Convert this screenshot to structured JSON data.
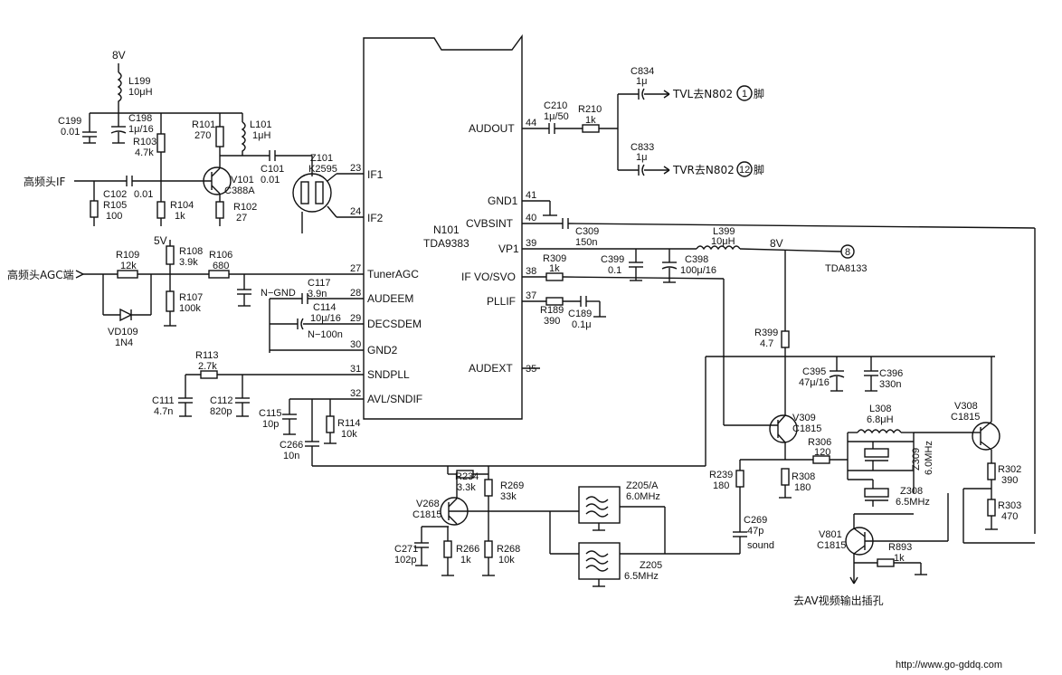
{
  "ic": {
    "ref": "N101",
    "part": "TDA9383",
    "left_pins": [
      {
        "num": "23",
        "name": "IF1"
      },
      {
        "num": "24",
        "name": "IF2"
      },
      {
        "num": "27",
        "name": "TunerAGC"
      },
      {
        "num": "28",
        "name": "AUDEEM"
      },
      {
        "num": "29",
        "name": "DECSDEM"
      },
      {
        "num": "30",
        "name": "GND2"
      },
      {
        "num": "31",
        "name": "SNDPLL"
      },
      {
        "num": "32",
        "name": "AVL/SNDIF"
      }
    ],
    "right_pins": [
      {
        "num": "44",
        "name": "AUDOUT"
      },
      {
        "num": "41",
        "name": "GND1"
      },
      {
        "num": "40",
        "name": "CVBSINT"
      },
      {
        "num": "39",
        "name": "VP1"
      },
      {
        "num": "38",
        "name": "IF VO/SVO"
      },
      {
        "num": "37",
        "name": "PLLIF"
      },
      {
        "num": "35",
        "name": "AUDEXT"
      }
    ]
  },
  "tuner_if": {
    "supply": "8V",
    "L199": {
      "ref": "L199",
      "value": "10μH"
    },
    "C199": {
      "ref": "C199",
      "value": "0.01"
    },
    "C198": {
      "ref": "C198",
      "value": "1μ/16"
    },
    "R103": {
      "ref": "R103",
      "value": "4.7k"
    },
    "R101": {
      "ref": "R101",
      "value": "270"
    },
    "L101": {
      "ref": "L101",
      "value": "1μH"
    },
    "C101": {
      "ref": "C101",
      "value": "0.01"
    },
    "Z101": {
      "ref": "Z101",
      "value": "K2595"
    },
    "V101": {
      "ref": "V101",
      "value": "C388A"
    },
    "C102": {
      "ref": "C102",
      "value": "0.01"
    },
    "R105": {
      "ref": "R105",
      "value": "100"
    },
    "R104": {
      "ref": "R104",
      "value": "1k"
    },
    "R102": {
      "ref": "R102",
      "value": "27"
    },
    "input_label": "高频头IF"
  },
  "agc": {
    "supply": "5V",
    "R108": {
      "ref": "R108",
      "value": "3.9k"
    },
    "R106": {
      "ref": "R106",
      "value": "680"
    },
    "R109": {
      "ref": "R109",
      "value": "12k"
    },
    "R107": {
      "ref": "R107",
      "value": "100k"
    },
    "VD109": {
      "ref": "VD109",
      "value": "1N4"
    },
    "output_label": "高频头AGC端",
    "C117": {
      "ref": "C117",
      "value": "3.9n"
    },
    "C114": {
      "ref": "C114",
      "value": "10μ/16"
    },
    "n_gnd": "N−GND",
    "n_100n": "N−100n"
  },
  "snd": {
    "R113": {
      "ref": "R113",
      "value": "2.7k"
    },
    "C111": {
      "ref": "C111",
      "value": "4.7n"
    },
    "C112": {
      "ref": "C112",
      "value": "820p"
    },
    "C115": {
      "ref": "C115",
      "value": "10p"
    },
    "R114": {
      "ref": "R114",
      "value": "10k"
    },
    "C266": {
      "ref": "C266",
      "value": "10n"
    }
  },
  "audio_out": {
    "C210": {
      "ref": "C210",
      "value": "1μ/50"
    },
    "R210": {
      "ref": "R210",
      "value": "1k"
    },
    "C834": {
      "ref": "C834",
      "value": "1μ"
    },
    "C833": {
      "ref": "C833",
      "value": "1μ"
    },
    "tvl": "TVL去N802",
    "tvl_pin": "1",
    "tvr": "TVR去N802",
    "tvr_pin": "12",
    "pin_suffix": "脚"
  },
  "right": {
    "C309": {
      "ref": "C309",
      "value": "150n"
    },
    "L399": {
      "ref": "L399",
      "value": "10μH"
    },
    "rail": "8V",
    "node_num": "8",
    "tda8133": "TDA8133",
    "R309": {
      "ref": "R309",
      "value": "1k"
    },
    "C399": {
      "ref": "C399",
      "value": "0.1"
    },
    "C398": {
      "ref": "C398",
      "value": "100μ/16"
    },
    "R189": {
      "ref": "R189",
      "value": "390"
    },
    "C189": {
      "ref": "C189",
      "value": "0.1μ"
    },
    "R399": {
      "ref": "R399",
      "value": "4.7"
    },
    "C395": {
      "ref": "C395",
      "value": "47μ/16"
    },
    "C396": {
      "ref": "C396",
      "value": "330n"
    },
    "V309": {
      "ref": "V309",
      "value": "C1815"
    },
    "V308": {
      "ref": "V308",
      "value": "C1815"
    },
    "L308": {
      "ref": "L308",
      "value": "6.8μH"
    },
    "R306": {
      "ref": "R306",
      "value": "120"
    },
    "R308": {
      "ref": "R308",
      "value": "180"
    },
    "Z309": {
      "ref": "Z309",
      "value": "6.0MHz"
    },
    "Z308": {
      "ref": "Z308",
      "value": "6.5MHz"
    },
    "R302": {
      "ref": "R302",
      "value": "390"
    },
    "R303": {
      "ref": "R303",
      "value": "470"
    },
    "R239": {
      "ref": "R239",
      "value": "180"
    },
    "C269": {
      "ref": "C269",
      "value": "47p"
    },
    "C269_note": "sound",
    "V801": {
      "ref": "V801",
      "value": "C1815"
    },
    "R893": {
      "ref": "R893",
      "value": "1k"
    },
    "av_label": "去AV视频输出插孔"
  },
  "filters": {
    "R234": {
      "ref": "R234",
      "value": "3.3k"
    },
    "R269": {
      "ref": "R269",
      "value": "33k"
    },
    "V268": {
      "ref": "V268",
      "value": "C1815"
    },
    "C271": {
      "ref": "C271",
      "value": "102p"
    },
    "R266": {
      "ref": "R266",
      "value": "1k"
    },
    "R268": {
      "ref": "R268",
      "value": "10k"
    },
    "Z205A": {
      "ref": "Z205/A",
      "value": "6.0MHz"
    },
    "Z205": {
      "ref": "Z205",
      "value": "6.5MHz"
    }
  },
  "url": "http://www.go-gddq.com"
}
